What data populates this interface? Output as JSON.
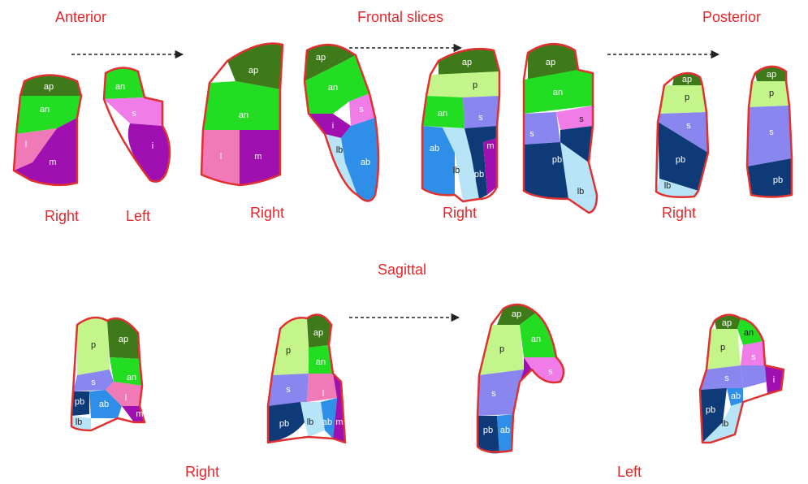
{
  "headings": {
    "anterior": "Anterior",
    "frontal_slices": "Frontal slices",
    "posterior": "Posterior",
    "sagittal": "Sagittal"
  },
  "side_labels": {
    "f1_right": "Right",
    "f1_left": "Left",
    "f2_right": "Right",
    "f3_right": "Right",
    "f4_right": "Right",
    "s_right": "Right",
    "s_left": "Left"
  },
  "segments": {
    "ap": "ap",
    "an": "an",
    "p": "p",
    "s": "s",
    "l": "l",
    "m": "m",
    "i": "i",
    "lb": "lb",
    "ab": "ab",
    "pb": "pb"
  },
  "colors": {
    "ap": "#3f7a1a",
    "an": "#22dd22",
    "p": "#c4f58a",
    "s_right": "#8a86f0",
    "s_left": "#f07ce8",
    "l": "#f07ab8",
    "m": "#a010b0",
    "i": "#a010b0",
    "lb": "#b8e4f8",
    "ab": "#2f8fe8",
    "pb": "#0f3a78",
    "outline": "#e03030",
    "text": "#e8262a"
  }
}
